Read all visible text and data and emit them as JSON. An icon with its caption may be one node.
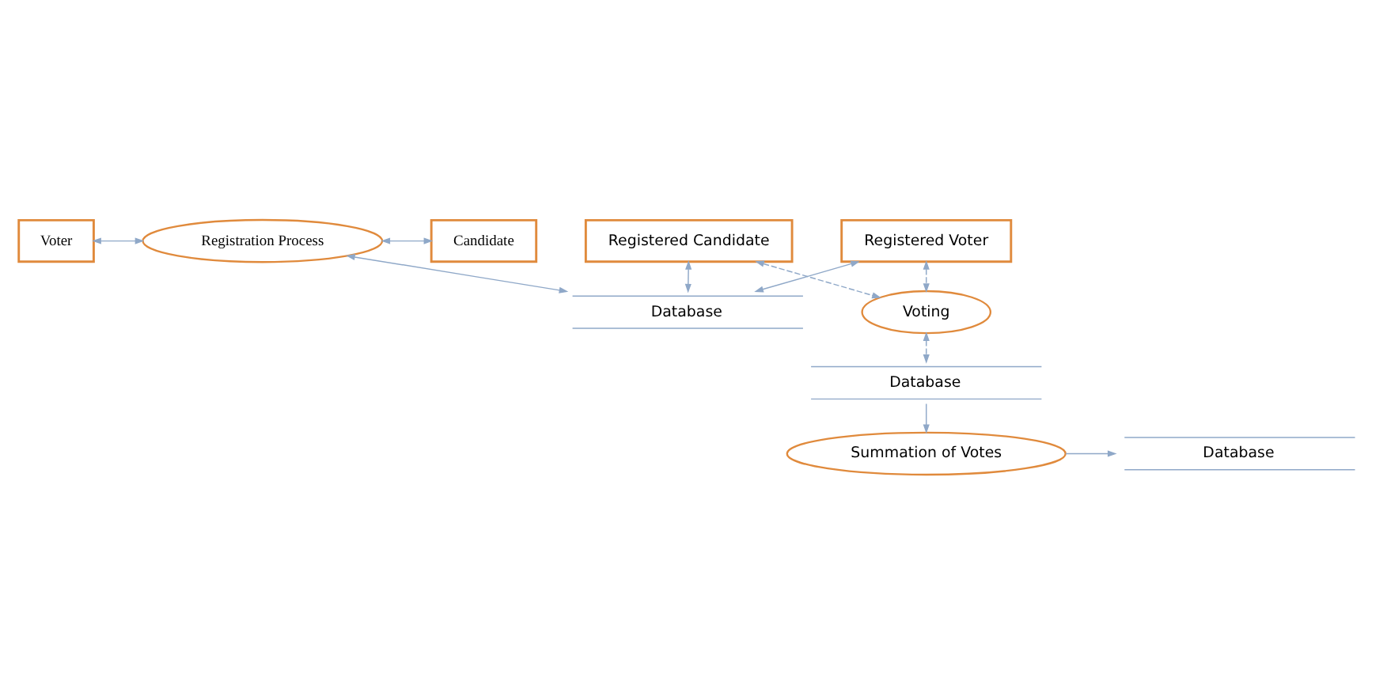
{
  "diagram": {
    "nodes": [
      {
        "text": [
          "Voter"
        ]
      },
      {
        "text": [
          "Registration Process"
        ]
      },
      {
        "text": [
          "Candidate"
        ]
      },
      {
        "text": [
          "Database"
        ]
      },
      {
        "text": [
          "Registered Voter"
        ]
      },
      {
        "text": [
          "Registered Candidate"
        ]
      },
      {
        "text": [
          "Voting"
        ]
      },
      {
        "text": [
          "Database"
        ]
      },
      {
        "text": [
          "Summation of Votes"
        ]
      },
      {
        "text": [
          "Database"
        ]
      }
    ],
    "edges": [
      {
        "from": 0,
        "to": 1,
        "arrow": "both"
      },
      {
        "from": 1,
        "to": 2,
        "arrow": "both"
      },
      {
        "from": 1,
        "to": 3,
        "arrow": "both"
      },
      {
        "from": 4,
        "to": 3,
        "arrow": "both"
      },
      {
        "from": 5,
        "to": 3,
        "arrow": "both"
      },
      {
        "from": 4,
        "to": 6,
        "arrow": "both",
        "style": "dashed"
      },
      {
        "from": 5,
        "to": 6,
        "arrow": "both",
        "style": "dashed"
      },
      {
        "from": 6,
        "to": 7,
        "arrow": "both",
        "style": "dashed"
      },
      {
        "from": 7,
        "to": 8,
        "arrow": "to"
      },
      {
        "from": 8,
        "to": 9,
        "arrow": "to"
      }
    ]
  }
}
